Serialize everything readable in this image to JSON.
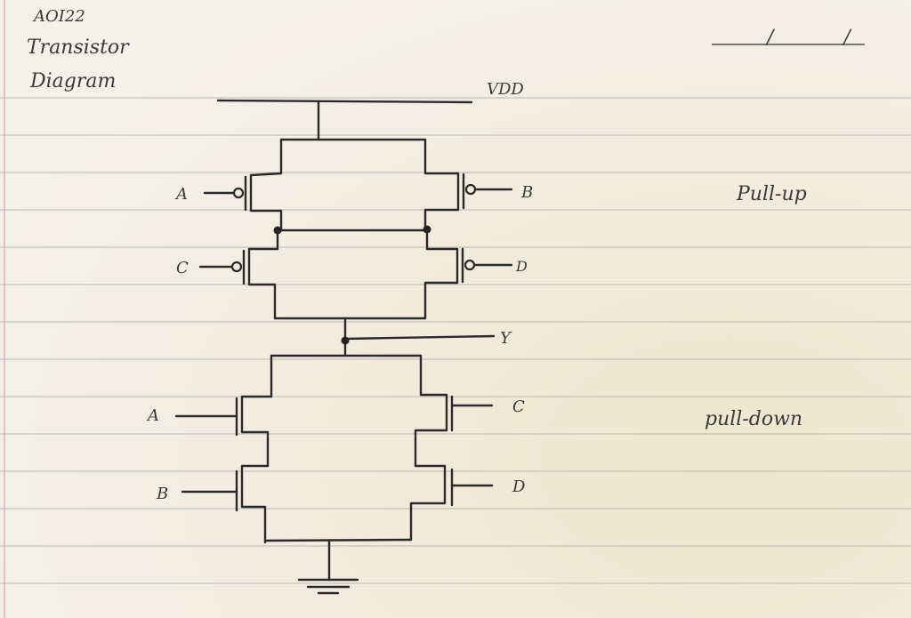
{
  "header": {
    "title": "AOI22",
    "subtitle_line1": "Transistor",
    "subtitle_line2": "Diagram"
  },
  "date_field": "/ /",
  "rails": {
    "supply": "VDD",
    "output": "Y"
  },
  "pull_up": {
    "label": "Pull-up",
    "inputs": [
      "A",
      "B",
      "C",
      "D"
    ]
  },
  "pull_down": {
    "label": "pull-down",
    "inputs": [
      "A",
      "C",
      "B",
      "D"
    ]
  }
}
